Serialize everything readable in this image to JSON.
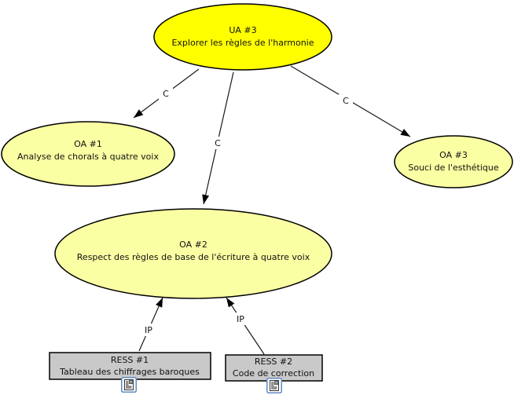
{
  "diagram": {
    "background": "#ffffff",
    "colors": {
      "unit_fill": "#ffff00",
      "objective_fill": "#fbffa3",
      "resource_fill": "#c9c9c9",
      "node_border": "#000000",
      "line_color": "#1a1a1a",
      "text_color": "#111111",
      "icon_border": "#5f8ac2"
    },
    "nodes": [
      {
        "key": "ua3",
        "shape": "ellipse",
        "id": "UA #3",
        "label": "Explorer les règles de l'harmonie",
        "fill": "#ffff00"
      },
      {
        "key": "oa1",
        "shape": "ellipse",
        "id": "OA #1",
        "label": "Analyse de chorals à quatre voix",
        "fill": "#fbffa3"
      },
      {
        "key": "oa3",
        "shape": "ellipse",
        "id": "OA #3",
        "label": "Souci de l'esthétique",
        "fill": "#fbffa3"
      },
      {
        "key": "oa2",
        "shape": "ellipse",
        "id": "OA #2",
        "label": "Respect des règles de base de l'écriture à quatre voix",
        "fill": "#fbffa3"
      },
      {
        "key": "ress1",
        "shape": "rect",
        "id": "RESS #1",
        "label": "Tableau des chiffrages baroques",
        "fill": "#c9c9c9",
        "icon": "document-attachment"
      },
      {
        "key": "ress2",
        "shape": "rect",
        "id": "RESS #2",
        "label": "Code de correction",
        "fill": "#c9c9c9",
        "icon": "document-attachment"
      }
    ],
    "links": [
      {
        "from": "UA #3",
        "to": "OA #1",
        "label": "C"
      },
      {
        "from": "UA #3",
        "to": "OA #2",
        "label": "C"
      },
      {
        "from": "UA #3",
        "to": "OA #3",
        "label": "C"
      },
      {
        "from": "RESS #1",
        "to": "OA #2",
        "label": "IP"
      },
      {
        "from": "RESS #2",
        "to": "OA #2",
        "label": "IP"
      }
    ]
  }
}
